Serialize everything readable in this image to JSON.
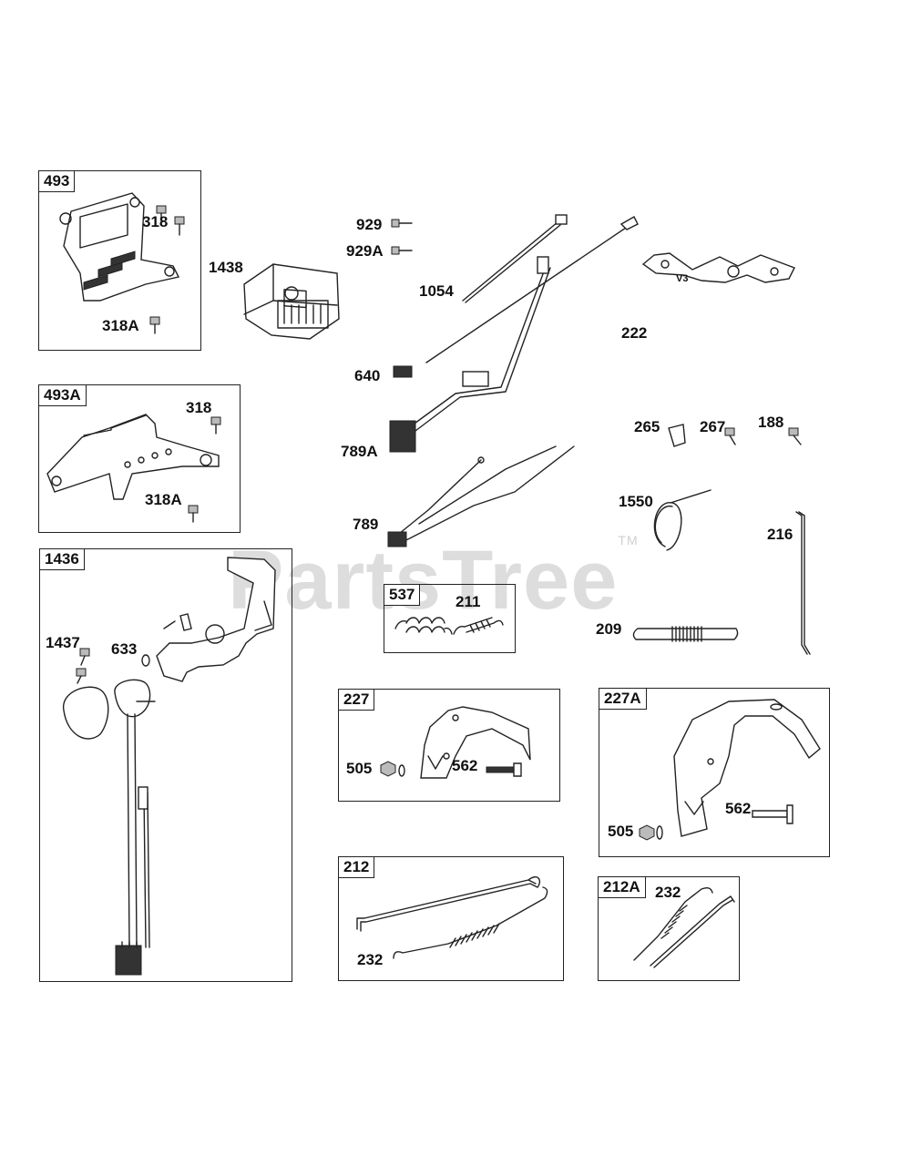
{
  "watermark": {
    "text": "PartsTree",
    "mark": "TM"
  },
  "boxes": {
    "b493": "493",
    "b493a": "493A",
    "b1436": "1436",
    "b537": "537",
    "b227": "227",
    "b227a": "227A",
    "b212": "212",
    "b212a": "212A"
  },
  "labels": {
    "l318_a": "318",
    "l318a_a": "318A",
    "l318_b": "318",
    "l318a_b": "318A",
    "l1438": "1438",
    "l929": "929",
    "l929a": "929A",
    "l1054": "1054",
    "l640": "640",
    "l789a": "789A",
    "l789": "789",
    "l222": "222",
    "l265": "265",
    "l267": "267",
    "l188": "188",
    "l1550": "1550",
    "l216": "216",
    "l211": "211",
    "l209": "209",
    "l1437": "1437",
    "l633": "633",
    "l505_a": "505",
    "l562_a": "562",
    "l505_b": "505",
    "l562_b": "562",
    "l232_a": "232",
    "l232_b": "232",
    "lv3": "V3"
  },
  "colors": {
    "line": "#222222",
    "watermark": "#cfcfcf"
  }
}
